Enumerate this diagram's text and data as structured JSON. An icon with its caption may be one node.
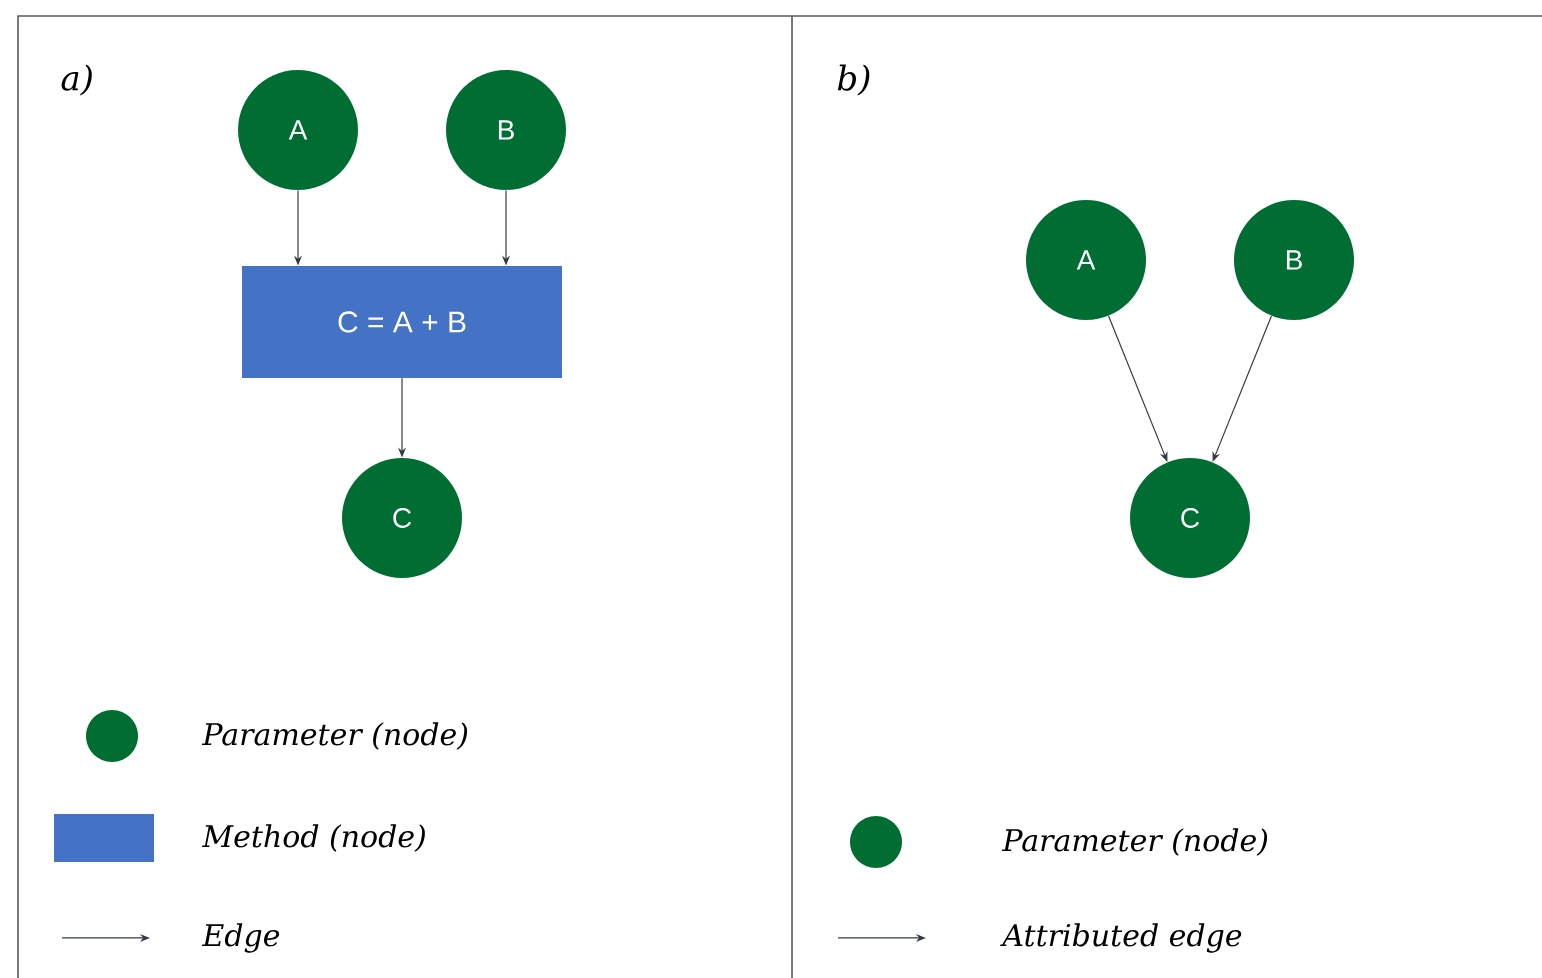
{
  "diagram": {
    "nodes": [
      {
        "text": [
          "A"
        ]
      },
      {
        "text": [
          "B"
        ]
      },
      {
        "text": [
          "C = A + B"
        ]
      },
      {
        "text": [
          "C"
        ]
      },
      {
        "text": [
          "A"
        ]
      },
      {
        "text": [
          "B"
        ]
      },
      {
        "text": [
          "C"
        ]
      }
    ],
    "edges": [
      {
        "from": 0,
        "to": 2,
        "arrow": "to"
      },
      {
        "from": 1,
        "to": 2,
        "arrow": "to"
      },
      {
        "from": 2,
        "to": 3,
        "arrow": "to"
      },
      {
        "from": 4,
        "to": 6,
        "arrow": "to"
      },
      {
        "from": 5,
        "to": 6,
        "arrow": "to"
      }
    ],
    "labels": [
      "a)",
      "b)"
    ],
    "legend": [
      {
        "text": "Parameter (node)",
        "color": "#006e33"
      },
      {
        "text": "Method (node)",
        "color": "#4472c4"
      },
      {
        "text": "Edge"
      },
      {
        "text": "Parameter (node)",
        "color": "#006e33"
      },
      {
        "text": "Attributed edge"
      }
    ]
  }
}
